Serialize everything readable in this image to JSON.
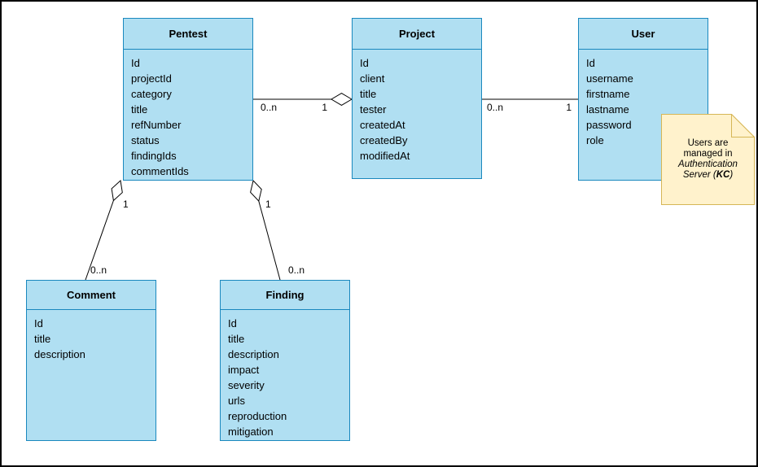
{
  "diagram": {
    "type": "uml-entity-diagram",
    "colors": {
      "entity_fill": "#B0DFF2",
      "entity_stroke": "#1A88BE",
      "note_fill": "#FFF2CC",
      "note_stroke": "#D6B656"
    },
    "entities": {
      "pentest": {
        "title": "Pentest",
        "fields": [
          "Id",
          "projectId",
          "category",
          "title",
          "refNumber",
          "status",
          "findingIds",
          "commentIds"
        ]
      },
      "project": {
        "title": "Project",
        "fields": [
          "Id",
          "client",
          "title",
          "tester",
          "createdAt",
          "createdBy",
          "modifiedAt"
        ]
      },
      "user": {
        "title": "User",
        "fields": [
          "Id",
          "username",
          "firstname",
          "lastname",
          "password",
          "role"
        ]
      },
      "comment": {
        "title": "Comment",
        "fields": [
          "Id",
          "title",
          "description"
        ]
      },
      "finding": {
        "title": "Finding",
        "fields": [
          "Id",
          "title",
          "description",
          "impact",
          "severity",
          "urls",
          "reproduction",
          "mitigation"
        ]
      }
    },
    "relations": {
      "pentest_project": {
        "from": "Pentest",
        "to": "Project",
        "from_label": "0..n",
        "to_label": "1",
        "kind": "aggregation"
      },
      "project_user": {
        "from": "Project",
        "to": "User",
        "from_label": "0..n",
        "to_label": "1",
        "kind": "association"
      },
      "pentest_comment": {
        "from": "Pentest",
        "to": "Comment",
        "from_label": "1",
        "to_label": "0..n",
        "kind": "aggregation"
      },
      "pentest_finding": {
        "from": "Pentest",
        "to": "Finding",
        "from_label": "1",
        "to_label": "0..n",
        "kind": "aggregation"
      }
    },
    "note": {
      "text1": "Users are managed in",
      "text2_italic": "Authentication Server",
      "paren_open": " (",
      "kc_bold": "KC",
      "paren_close": ")"
    }
  }
}
